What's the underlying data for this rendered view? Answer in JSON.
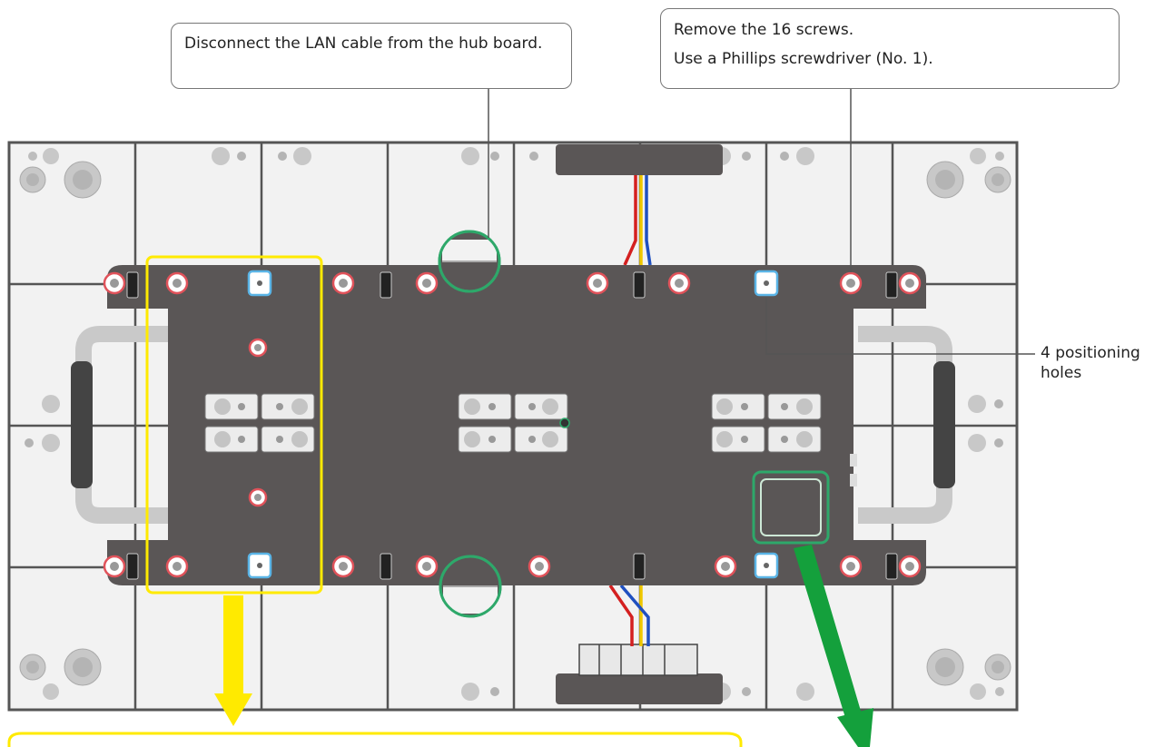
{
  "callouts": {
    "lan": {
      "text": "Disconnect the LAN cable from the hub board."
    },
    "screws": {
      "line1": "Remove the 16 screws.",
      "line2": "Use a Phillips screwdriver (No. 1)."
    },
    "holes": {
      "line1": "4 positioning",
      "line2": "holes"
    }
  },
  "colors": {
    "frame": "#555555",
    "tile": "#f2f2f2",
    "plate": "#5a5656",
    "screw_ring": "#e0525a",
    "hole_ring": "#5ab4e6",
    "highlight_circle": "#2ea86a",
    "yellow_arrow": "#ffea00",
    "green_arrow": "#14a03c",
    "wire_red": "#d42020",
    "wire_yellow": "#f0c800",
    "wire_blue": "#2050c0"
  }
}
